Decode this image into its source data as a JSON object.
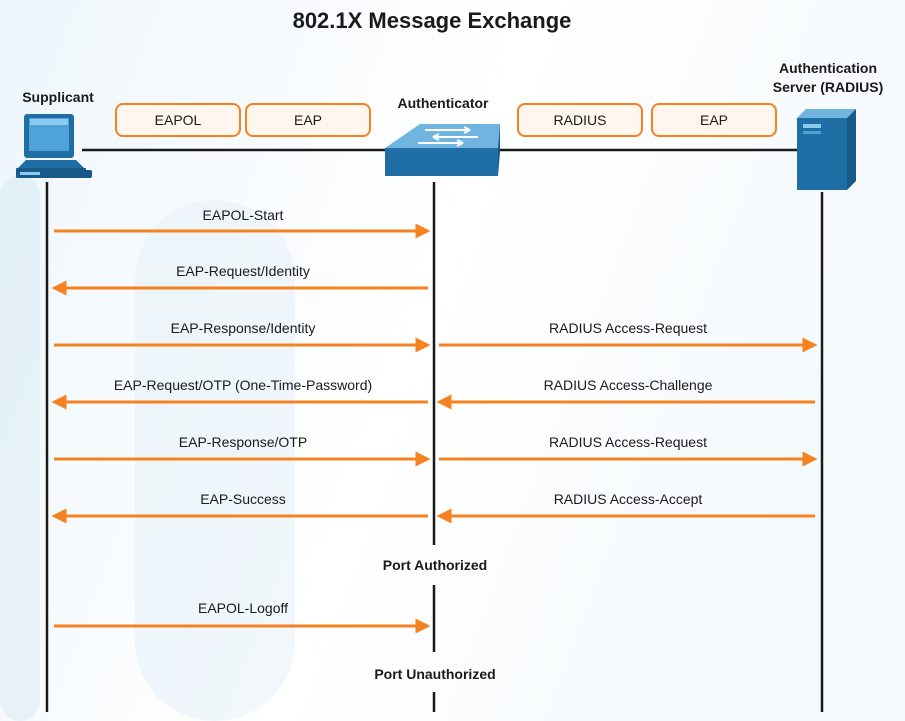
{
  "title": "802.1X Message Exchange",
  "actors": {
    "supplicant": "Supplicant",
    "authenticator": "Authenticator",
    "server_line1": "Authentication",
    "server_line2": "Server (RADIUS)"
  },
  "protocol_boxes": {
    "left": [
      "EAPOL",
      "EAP"
    ],
    "right": [
      "RADIUS",
      "EAP"
    ]
  },
  "messages": [
    {
      "left": "EAPOL-Start",
      "left_dir": "right",
      "right": "",
      "right_dir": ""
    },
    {
      "left": "EAP-Request/Identity",
      "left_dir": "left",
      "right": "",
      "right_dir": ""
    },
    {
      "left": "EAP-Response/Identity",
      "left_dir": "right",
      "right": "RADIUS Access-Request",
      "right_dir": "right"
    },
    {
      "left": "EAP-Request/OTP (One-Time-Password)",
      "left_dir": "left",
      "right": "RADIUS Access-Challenge",
      "right_dir": "left"
    },
    {
      "left": "EAP-Response/OTP",
      "left_dir": "right",
      "right": "RADIUS Access-Request",
      "right_dir": "right"
    },
    {
      "left": "EAP-Success",
      "left_dir": "left",
      "right": "RADIUS Access-Accept",
      "right_dir": "left"
    }
  ],
  "status": {
    "authorized": "Port Authorized",
    "logoff": "EAPOL-Logoff",
    "unauthorized": "Port Unauthorized"
  },
  "colors": {
    "arrow": "#f58220",
    "box_border": "#f58220",
    "box_fill": "#fff6ee",
    "device_blue": "#1f6fa6",
    "line": "#1a1a1a",
    "text": "#1a1a1a"
  },
  "icons": {
    "supplicant": "desktop-computer-icon",
    "authenticator": "network-switch-icon",
    "server": "server-tower-icon"
  }
}
